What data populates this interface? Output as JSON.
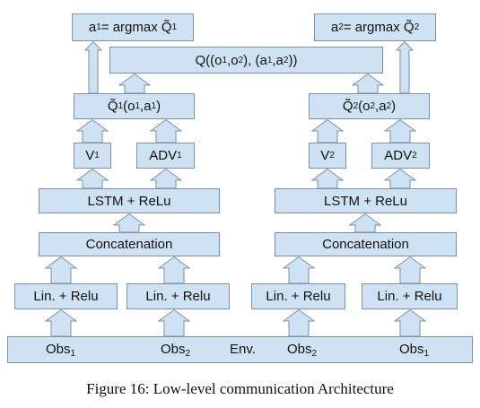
{
  "nodes": {
    "a1_argmax": {
      "pre": "a",
      "sub": "1",
      "post": " = argmax Q̃",
      "sub2": "1"
    },
    "a2_argmax": {
      "pre": "a",
      "sub": "2",
      "post": " = argmax Q̃",
      "sub2": "2"
    },
    "q_joint": {
      "t1": "Q((o",
      "s1": "1",
      "t2": ",o",
      "s2": "2",
      "t3": "), (a",
      "s3": "1",
      "t4": ",a",
      "s4": "2",
      "t5": "))"
    },
    "q1": {
      "t1": "Q̃",
      "s1": "1",
      "t2": "(o",
      "s2": "1",
      "t3": ",a",
      "s3": "1",
      "t4": ")"
    },
    "q2": {
      "t1": "Q̃",
      "s1": "2",
      "t2": "(o",
      "s2": "2",
      "t3": ",a",
      "s3": "2",
      "t4": ")"
    },
    "v1": {
      "t": "V",
      "s": "1"
    },
    "adv1": {
      "t": "ADV",
      "s": "1"
    },
    "v2": {
      "t": "V",
      "s": "2"
    },
    "adv2": {
      "t": "ADV",
      "s": "2"
    },
    "lstm_left": "LSTM + ReLu",
    "lstm_right": "LSTM + ReLu",
    "concat_left": "Concatenation",
    "concat_right": "Concatenation",
    "lin_1": "Lin. + Relu",
    "lin_2": "Lin. + Relu",
    "lin_3": "Lin. + Relu",
    "lin_4": "Lin. + Relu"
  },
  "env_bar": {
    "obs_a": {
      "t": "Obs",
      "s": "1"
    },
    "obs_b": {
      "t": "Obs",
      "s": "2"
    },
    "env": "Env.",
    "obs_c": {
      "t": "Obs",
      "s": "2"
    },
    "obs_d": {
      "t": "Obs",
      "s": "1"
    }
  },
  "caption": "Figure 16: Low-level communication Architecture"
}
